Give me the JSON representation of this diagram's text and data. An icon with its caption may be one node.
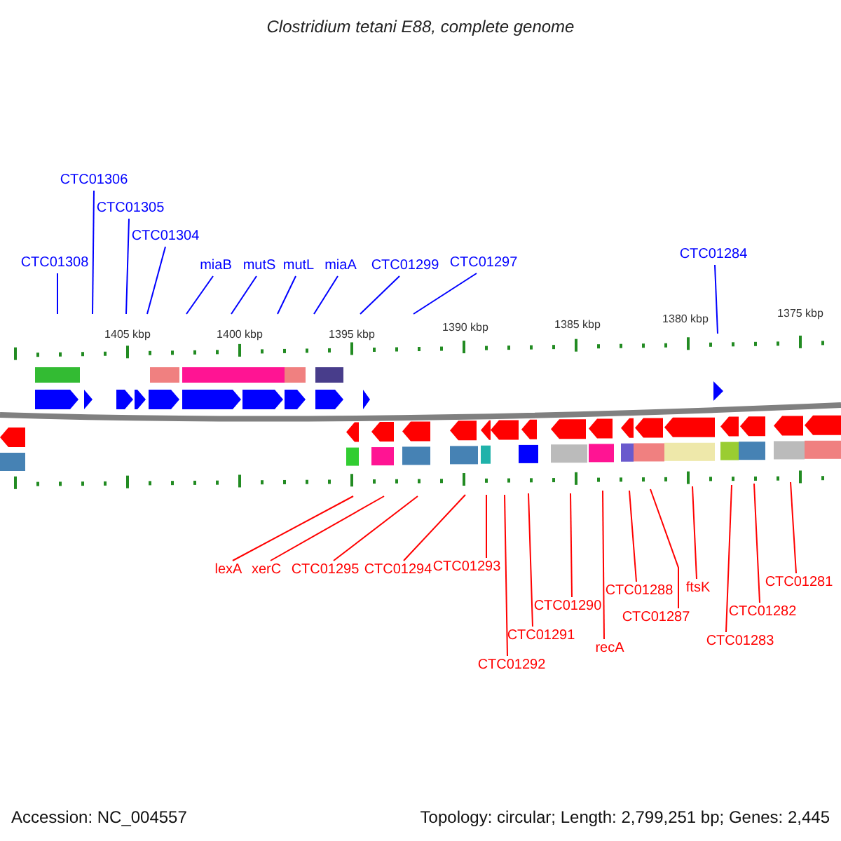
{
  "diagram": {
    "title": "Clostridium tetani E88, complete genome",
    "nodes": [
      {
        "text": [
          "CTC01306"
        ]
      },
      {
        "text": [
          "CTC01305"
        ]
      },
      {
        "text": [
          "CTC01304"
        ]
      },
      {
        "text": [
          "CTC01284"
        ]
      },
      {
        "text": [
          "CTC01308"
        ]
      },
      {
        "text": [
          "miaB"
        ]
      },
      {
        "text": [
          "mutS"
        ]
      },
      {
        "text": [
          "mutL"
        ]
      },
      {
        "text": [
          "miaA"
        ]
      },
      {
        "text": [
          "CTC01299"
        ]
      },
      {
        "text": [
          "CTC01297"
        ]
      },
      {
        "text": [
          "CTC01293"
        ]
      },
      {
        "text": [
          "lexA"
        ]
      },
      {
        "text": [
          "xerC"
        ]
      },
      {
        "text": [
          "CTC01295"
        ]
      },
      {
        "text": [
          "CTC01294"
        ]
      },
      {
        "text": [
          "CTC01281"
        ]
      },
      {
        "text": [
          "ftsK"
        ]
      },
      {
        "text": [
          "CTC01288"
        ]
      },
      {
        "text": [
          "CTC01290"
        ]
      },
      {
        "text": [
          "CTC01282"
        ]
      },
      {
        "text": [
          "CTC01287"
        ]
      },
      {
        "text": [
          "CTC01291"
        ]
      },
      {
        "text": [
          "CTC01283"
        ]
      },
      {
        "text": [
          "recA"
        ]
      },
      {
        "text": [
          "CTC01292"
        ]
      }
    ],
    "edges": [
      {
        "from": 0,
        "to": null,
        "arrow": "none",
        "color": "#0000ff"
      },
      {
        "from": 1,
        "to": null,
        "arrow": "none",
        "color": "#0000ff"
      },
      {
        "from": 2,
        "to": null,
        "arrow": "none",
        "color": "#0000ff"
      },
      {
        "from": 3,
        "to": null,
        "arrow": "none",
        "color": "#0000ff"
      },
      {
        "from": 4,
        "to": null,
        "arrow": "none",
        "color": "#0000ff"
      },
      {
        "from": 5,
        "to": null,
        "arrow": "none",
        "color": "#0000ff"
      },
      {
        "from": 6,
        "to": null,
        "arrow": "none",
        "color": "#0000ff"
      },
      {
        "from": 7,
        "to": null,
        "arrow": "none",
        "color": "#0000ff"
      },
      {
        "from": 8,
        "to": null,
        "arrow": "none",
        "color": "#0000ff"
      },
      {
        "from": 9,
        "to": null,
        "arrow": "none",
        "color": "#0000ff"
      },
      {
        "from": 10,
        "to": null,
        "arrow": "none",
        "color": "#0000ff"
      },
      {
        "from": 11,
        "to": null,
        "arrow": "none"
      },
      {
        "from": 12,
        "to": null,
        "arrow": "none"
      },
      {
        "from": 13,
        "to": null,
        "arrow": "none"
      },
      {
        "from": 14,
        "to": null,
        "arrow": "none"
      },
      {
        "from": 15,
        "to": null,
        "arrow": "none"
      },
      {
        "from": 16,
        "to": null,
        "arrow": "none"
      },
      {
        "from": 17,
        "to": null,
        "arrow": "none"
      },
      {
        "from": 18,
        "to": null,
        "arrow": "none"
      },
      {
        "from": 19,
        "to": null,
        "arrow": "none"
      },
      {
        "from": 20,
        "to": null,
        "arrow": "none"
      },
      {
        "from": 21,
        "to": null,
        "arrow": "none"
      },
      {
        "from": 22,
        "to": null,
        "arrow": "none"
      },
      {
        "from": 23,
        "to": null,
        "arrow": "none"
      },
      {
        "from": 24,
        "to": null,
        "arrow": "none"
      },
      {
        "from": 25,
        "to": null,
        "arrow": "none"
      }
    ],
    "labels": [
      "1405 kbp",
      "1400 kbp",
      "1395 kbp",
      "1390 kbp",
      "1385 kbp",
      "1380 kbp",
      "1375 kbp",
      "Accession: NC_004557",
      "Topology: circular; Length: 2,799,251 bp; Genes: 2,445"
    ]
  }
}
